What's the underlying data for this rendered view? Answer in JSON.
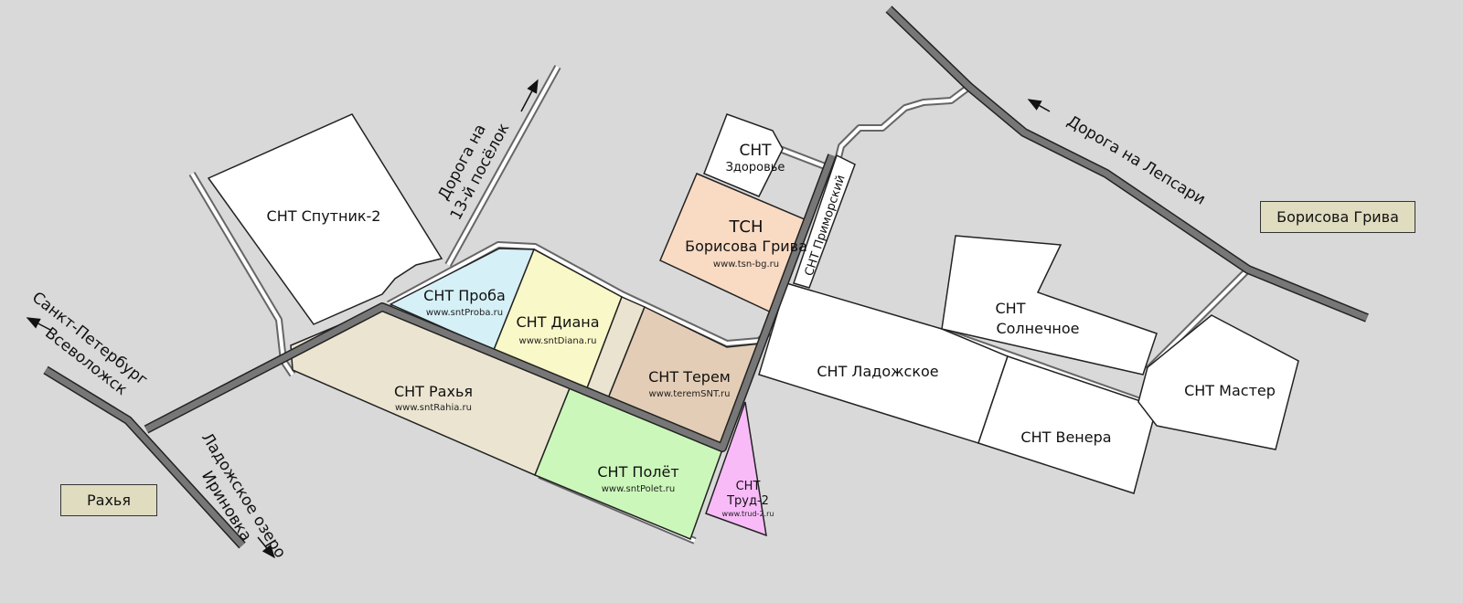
{
  "plots": {
    "sputnik2": {
      "name": "СНТ Спутник-2"
    },
    "proba": {
      "name": "СНТ Проба",
      "url": "www.sntProba.ru",
      "color": "#d5f0f6"
    },
    "diana": {
      "name": "СНТ Диана",
      "url": "www.sntDiana.ru",
      "color": "#f9f8c8"
    },
    "terem": {
      "name": "СНТ Терем",
      "url": "www.teremSNT.ru",
      "color": "#e3cdb6"
    },
    "rakhya": {
      "name": "СНТ Рахья",
      "url": "www.sntRahia.ru",
      "color": "#ebe4d0"
    },
    "polet": {
      "name": "СНТ Полёт",
      "url": "www.sntPolet.ru",
      "color": "#ccf7bb"
    },
    "trud2": {
      "line1": "СНТ",
      "line2": "Труд-2",
      "url": "www.trud-2.ru",
      "color": "#f8bbf8"
    },
    "tsn": {
      "line1": "ТСН",
      "line2": "Борисова Грива",
      "url": "www.tsn-bg.ru",
      "color": "#f9dac3"
    },
    "zdorovie": {
      "line1": "СНТ",
      "line2": "Здоровье"
    },
    "primorsky": {
      "name": "СНТ Приморский"
    },
    "ladozhskoe": {
      "name": "СНТ Ладожское"
    },
    "solnechnoe": {
      "line1": "СНТ",
      "line2": "Солнечное"
    },
    "venera": {
      "name": "СНТ Венера"
    },
    "master": {
      "name": "СНТ Мастер"
    }
  },
  "directions": {
    "road13": {
      "line1": "Дорога на",
      "line2": "13-й посёлок"
    },
    "lepsari": "Дорога на Лепсари",
    "spb": {
      "line1": "Санкт-Петербург",
      "line2": "Всеволожск"
    },
    "ladoga": {
      "line1": "Ладожское озеро",
      "line2": "Ириновка"
    }
  },
  "places": {
    "borisova_griva": "Борисова Грива",
    "rakhya": "Рахья"
  }
}
